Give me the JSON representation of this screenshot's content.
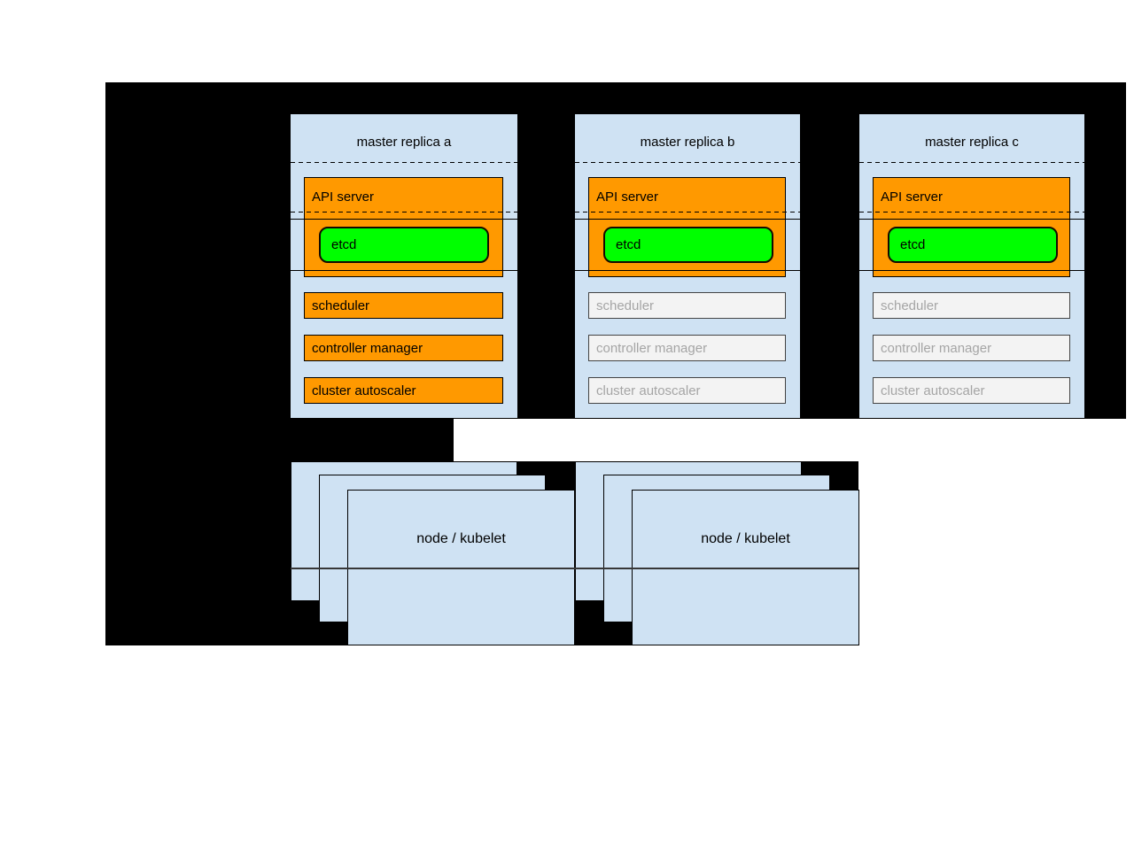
{
  "colors": {
    "background": "#000000",
    "panel_blue": "#cfe2f3",
    "active_orange": "#ff9900",
    "etcd_green": "#00ff00",
    "inactive_fill": "#f3f3f3",
    "inactive_text": "#a5a5a5",
    "inactive_border": "#434343"
  },
  "masters": [
    {
      "title": "master replica a",
      "state": "active",
      "api_server": "API server",
      "etcd": "etcd",
      "scheduler": "scheduler",
      "controller_manager": "controller manager",
      "cluster_autoscaler": "cluster autoscaler"
    },
    {
      "title": "master replica b",
      "state": "inactive",
      "api_server": "API server",
      "etcd": "etcd",
      "scheduler": "scheduler",
      "controller_manager": "controller manager",
      "cluster_autoscaler": "cluster autoscaler"
    },
    {
      "title": "master replica c",
      "state": "inactive",
      "api_server": "API server",
      "etcd": "etcd",
      "scheduler": "scheduler",
      "controller_manager": "controller manager",
      "cluster_autoscaler": "cluster autoscaler"
    }
  ],
  "nodes": [
    {
      "label": "node / kubelet"
    },
    {
      "label": "node / kubelet"
    }
  ]
}
